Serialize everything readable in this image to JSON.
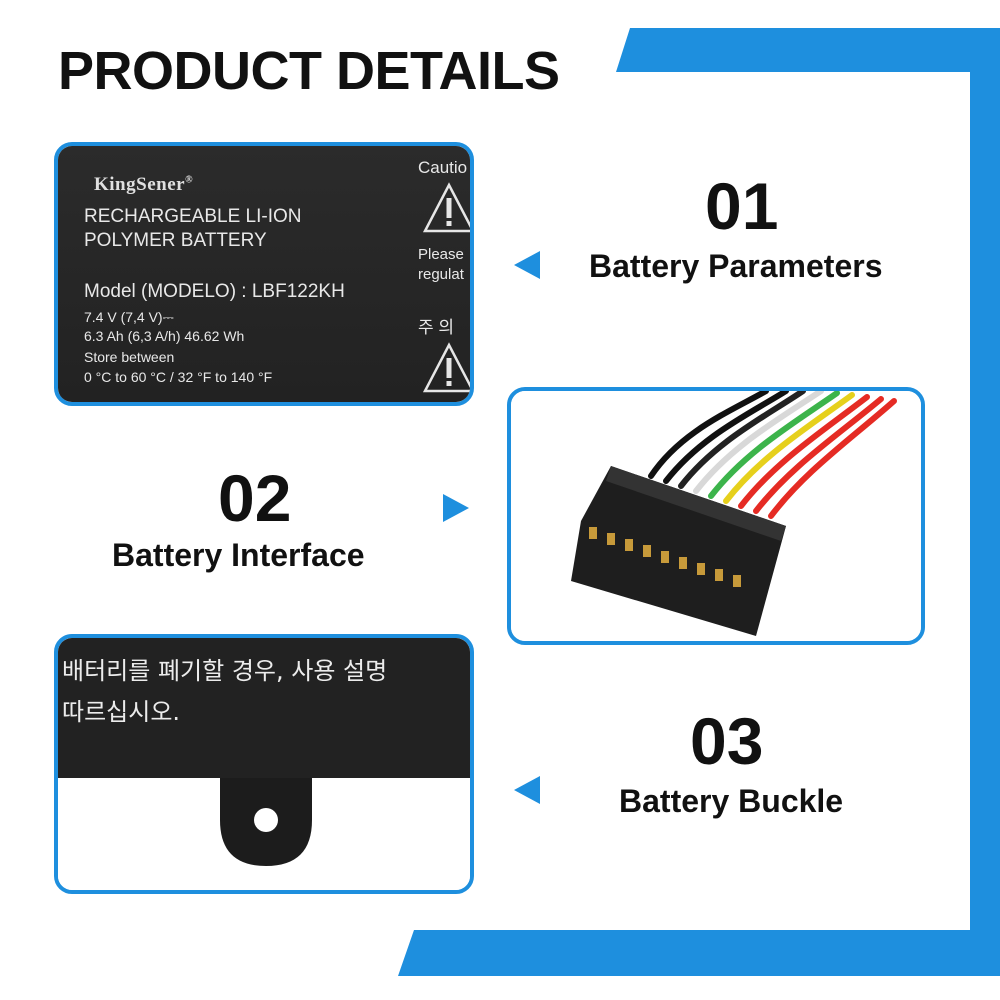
{
  "page": {
    "title": "PRODUCT DETAILS",
    "accent_color": "#1e8fde"
  },
  "features": [
    {
      "number": "01",
      "label": "Battery Parameters",
      "arrow": "arrow-left"
    },
    {
      "number": "02",
      "label": "Battery Interface",
      "arrow": "arrow-right"
    },
    {
      "number": "03",
      "label": "Battery Buckle",
      "arrow": "arrow-left"
    }
  ],
  "battery_label": {
    "brand": "KingSener",
    "brand_mark": "®",
    "line1": "RECHARGEABLE LI-ION",
    "line2": "POLYMER BATTERY",
    "model": "Model (MODELO) : LBF122KH",
    "voltage": "7.4 V (7,4 V)⎓",
    "capacity": "6.3 Ah (6,3 A/h) 46.62 Wh",
    "store": "Store  between",
    "temperature": "0 °C to 60 °C / 32 °F to 140 °F",
    "caution": "Cautio",
    "please": "Please",
    "regulat": "regulat",
    "korean_mark": "주  의"
  },
  "buckle_label": {
    "korean_line1": "배터리를 폐기할 경우, 사용 설명",
    "korean_line2": "따르십시오."
  }
}
